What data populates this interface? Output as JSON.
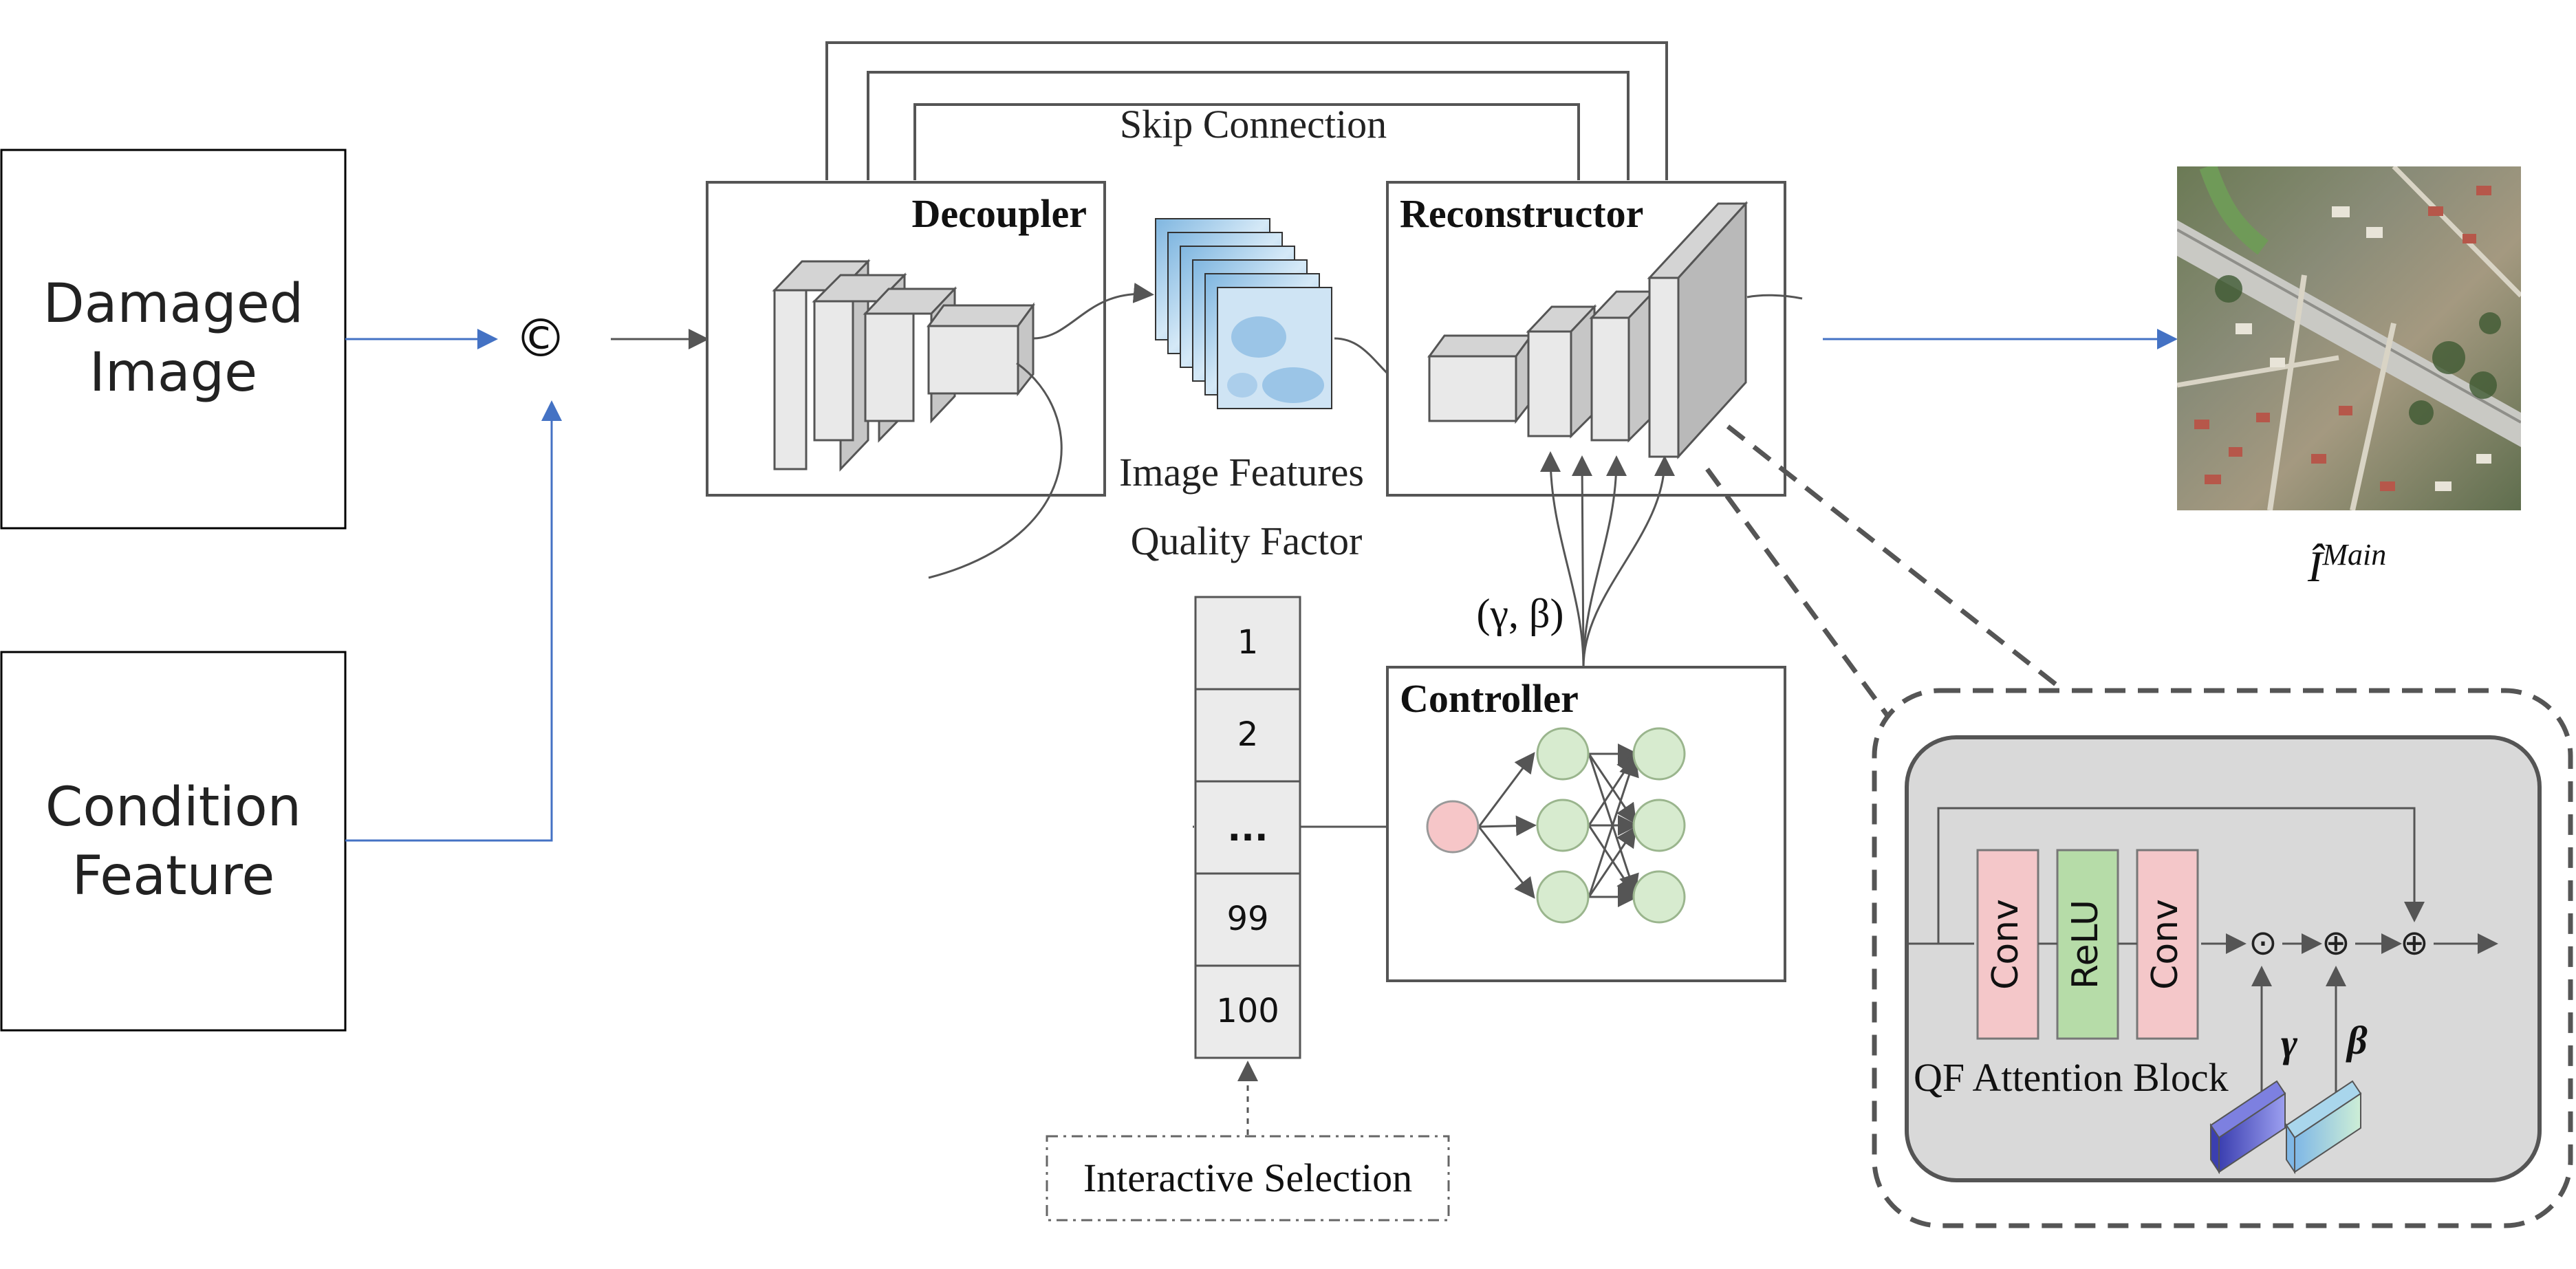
{
  "inputs": {
    "damaged_image": [
      "Damaged",
      "Image"
    ],
    "condition_feature": [
      "Condition",
      "Feature"
    ],
    "concat_symbol": "©"
  },
  "blocks": {
    "skip_connection": "Skip Connection",
    "decoupler": "Decoupler",
    "reconstructor": "Reconstructor",
    "controller": "Controller",
    "image_features": "Image Features",
    "quality_factor": "Quality Factor",
    "gamma_beta": "(γ, β)",
    "interactive_selection": "Interactive Selection"
  },
  "quality_factor_list": [
    "1",
    "2",
    "...",
    "99",
    "100"
  ],
  "qf_attention": {
    "title": "QF Attention Block",
    "layers": [
      "Conv",
      "ReLU",
      "Conv"
    ],
    "ops": [
      "⊙",
      "⊕",
      "⊕"
    ],
    "gamma": "γ",
    "beta": "β"
  },
  "output": {
    "label_base": "Î",
    "label_sup": "Main"
  },
  "colors": {
    "blue_arrow": "#4472c4",
    "dark_line": "#555555",
    "conv_fill": "#f4c7c9",
    "relu_fill": "#b6dca8",
    "node_green": "#d7ebcf",
    "node_pink": "#f6c6c8",
    "block_gray": "#d9d9d9",
    "feature_blue": "#a9cfec"
  }
}
